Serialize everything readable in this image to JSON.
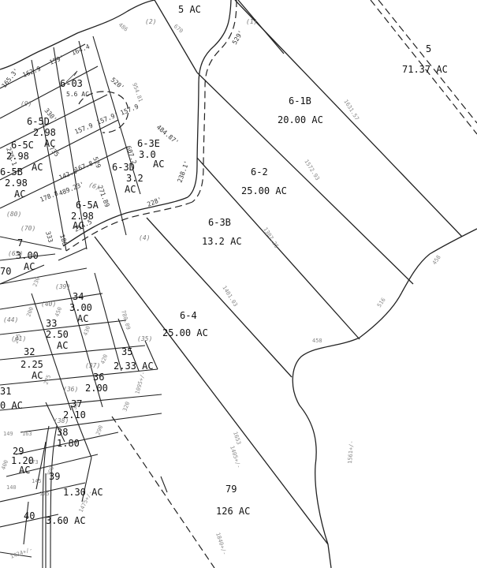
{
  "parcels": [
    {
      "id": "",
      "acres": "5  AC"
    },
    {
      "id": "5",
      "acres": "71.37  AC"
    },
    {
      "id": "6-1B",
      "acres": "20.00  AC"
    },
    {
      "id": "6-2",
      "acres": "25.00  AC"
    },
    {
      "id": "6-3B",
      "acres": "13.2  AC"
    },
    {
      "id": "6-4",
      "acres": "25.00  AC"
    },
    {
      "id": "79",
      "acres": "126  AC"
    },
    {
      "id": "6-03",
      "acres": "5.6 AC"
    },
    {
      "id": "6-5D",
      "acres": "2.98"
    },
    {
      "id": "6-5C",
      "acres": "2.98"
    },
    {
      "id": "6-5B",
      "acres": "2.98"
    },
    {
      "id": "6-3E",
      "acres": "3.0"
    },
    {
      "id": "6-3D",
      "acres": "3.2"
    },
    {
      "id": "6-5A",
      "acres": "2.98"
    },
    {
      "id": "7",
      "acres": "3.00"
    },
    {
      "id": "34",
      "acres": "3.00"
    },
    {
      "id": "33",
      "acres": "2.50"
    },
    {
      "id": "32",
      "acres": "2.25"
    },
    {
      "id": "35",
      "acres": "2.33  AC"
    },
    {
      "id": "36",
      "acres": "2.00"
    },
    {
      "id": "37",
      "acres": "2.10"
    },
    {
      "id": "38",
      "acres": "1.80"
    },
    {
      "id": "29",
      "acres": "1.20"
    },
    {
      "id": "39",
      "acres": "1.30  AC"
    },
    {
      "id": "40",
      "acres": "3.60  AC"
    },
    {
      "id": "31",
      "acres": "0  AC"
    },
    {
      "id": "70",
      "acres": ""
    }
  ],
  "ac_units": [
    "AC",
    "AC",
    "AC",
    "AC",
    "AC",
    "AC",
    "AC",
    "AC",
    "AC",
    "AC",
    "AC",
    "AC",
    "AC",
    "AC",
    "AC"
  ],
  "dimensions": [
    "529'",
    "520'",
    "1631.57",
    "1572.93",
    "1307.25",
    "1401.03",
    "1653",
    "1405+/-",
    "1561+/-",
    "1840+/-",
    "458",
    "458",
    "516",
    "780.09",
    "1095+/-",
    "159'",
    "164.4",
    "162.9",
    "165.3'",
    "330'",
    "157.9",
    "157.9'",
    "157.9",
    "484.87'",
    "238.1'",
    "228'",
    "529",
    "607.2",
    "271.89",
    "489.23'",
    "142.0",
    "167.8",
    "178.8",
    "333",
    "180",
    "275.1",
    "735",
    "254.5",
    "1424+/-",
    "670",
    "486",
    "954.81",
    "230",
    "200",
    "205",
    "400",
    "420",
    "430",
    "450",
    "320",
    "290",
    "380",
    "390",
    "275",
    "163",
    "149",
    "145",
    "173",
    "140",
    "175",
    "1475+/-"
  ],
  "circled_numbers": [
    "(1)",
    "(2)",
    "(4)",
    "(6)",
    "(9)",
    "(35)",
    "(36)",
    "(37)",
    "(38)",
    "(39)",
    "(40)",
    "(41)",
    "(44)",
    "(65)",
    "(70)",
    "(80)"
  ]
}
